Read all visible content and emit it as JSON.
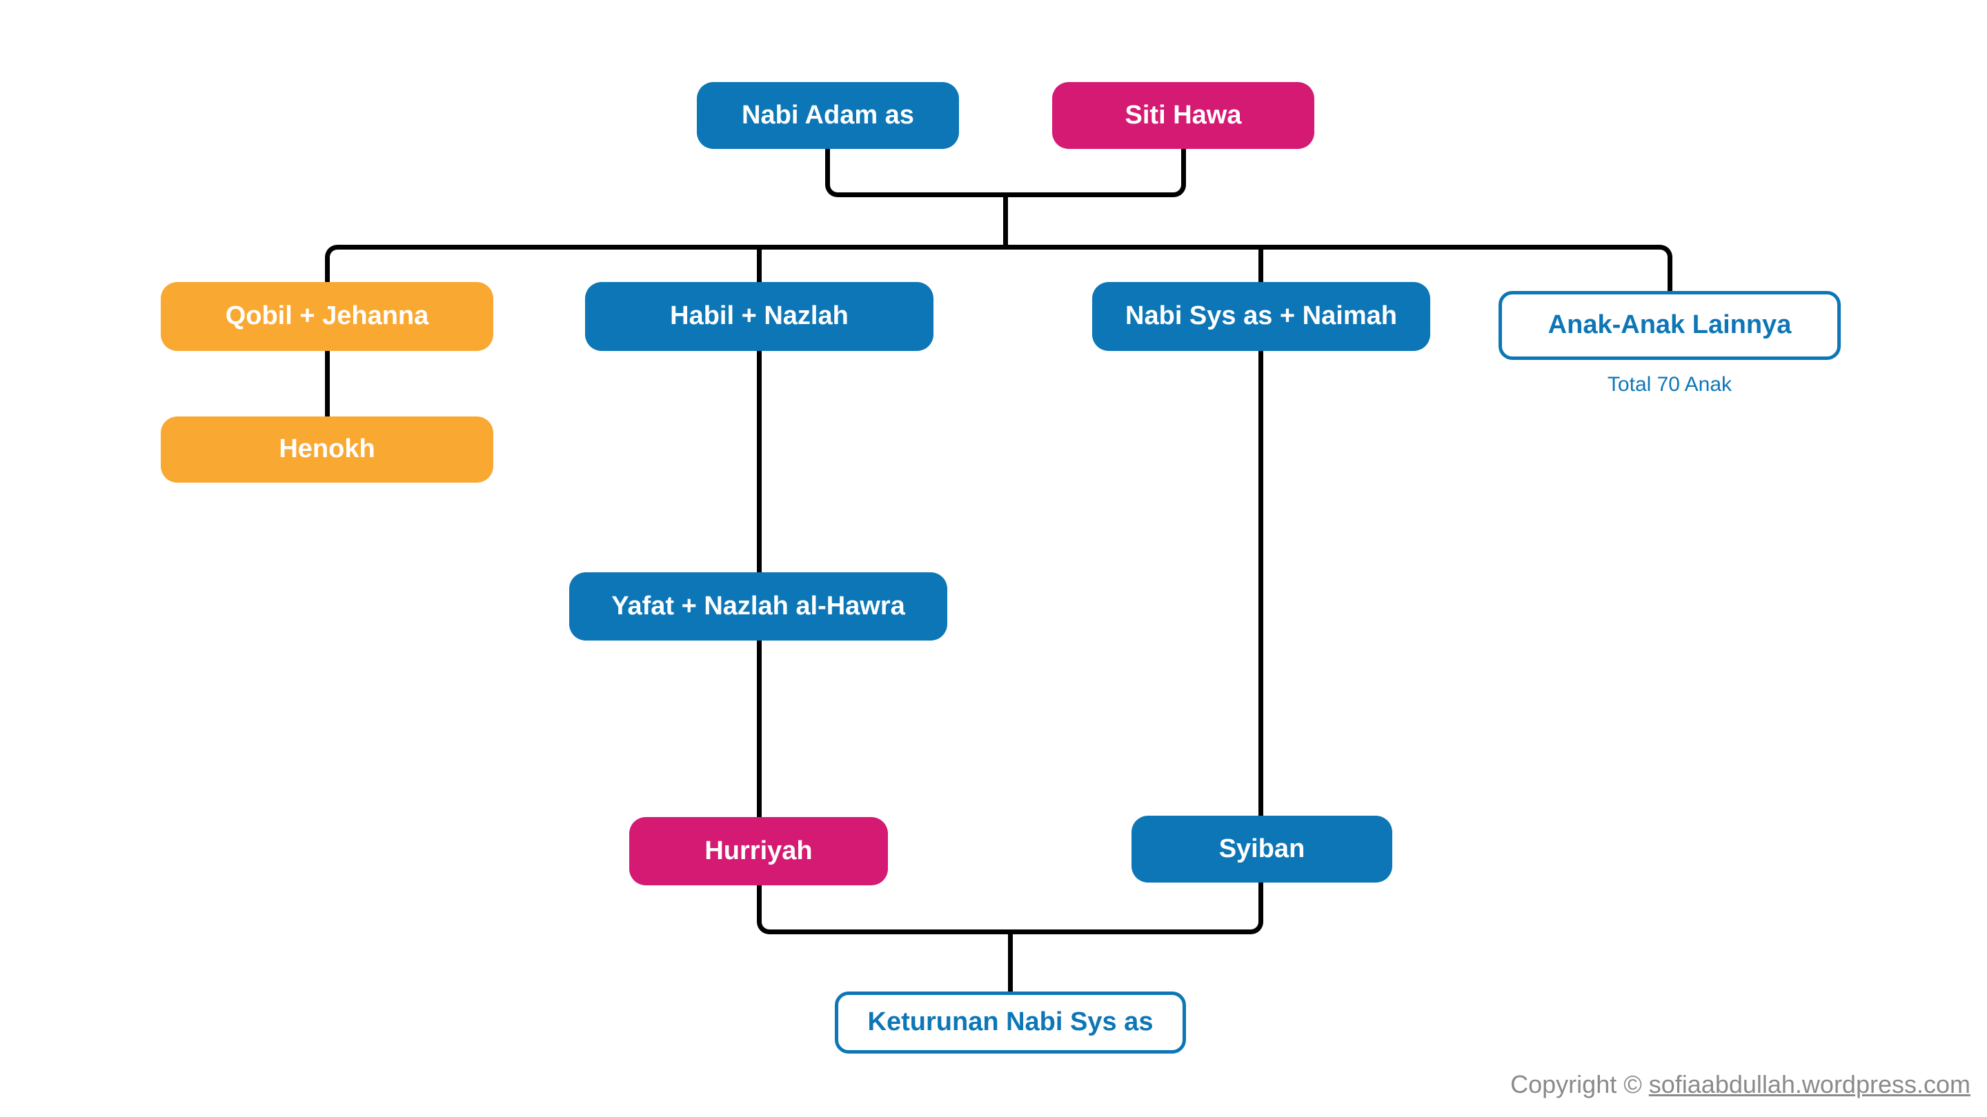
{
  "colors": {
    "blue": "#0d76b6",
    "pink": "#d41a72",
    "orange": "#f9a832",
    "line_black": "#000000",
    "footer_gray": "#8a8a8a",
    "background": "#ffffff"
  },
  "nodes": {
    "adam": {
      "label": "Nabi Adam as"
    },
    "hawa": {
      "label": "Siti Hawa"
    },
    "qobil": {
      "label": "Qobil + Jehanna"
    },
    "habil": {
      "label": "Habil + Nazlah"
    },
    "nabi_sys": {
      "label": "Nabi Sys as + Naimah"
    },
    "anak_lainnya": {
      "label": "Anak-Anak Lainnya",
      "note": "Total 70 Anak"
    },
    "henokh": {
      "label": "Henokh"
    },
    "yafat": {
      "label": "Yafat + Nazlah al-Hawra"
    },
    "hurriyah": {
      "label": "Hurriyah"
    },
    "syiban": {
      "label": "Syiban"
    },
    "keturunan": {
      "label": "Keturunan Nabi Sys as"
    }
  },
  "edges": [
    "Nabi Adam as + Siti Hawa -> Qobil + Jehanna",
    "Nabi Adam as + Siti Hawa -> Habil + Nazlah",
    "Nabi Adam as + Siti Hawa -> Nabi Sys as + Naimah",
    "Nabi Adam as + Siti Hawa -> Anak-Anak Lainnya",
    "Qobil + Jehanna -> Henokh",
    "Habil + Nazlah -> Yafat + Nazlah al-Hawra",
    "Yafat + Nazlah al-Hawra -> Hurriyah",
    "Nabi Sys as + Naimah -> Syiban",
    "Hurriyah + Syiban -> Keturunan Nabi Sys as"
  ],
  "footer": {
    "copyright_prefix": "Copyright © ",
    "link_text": "sofiaabdullah.wordpress.com"
  }
}
